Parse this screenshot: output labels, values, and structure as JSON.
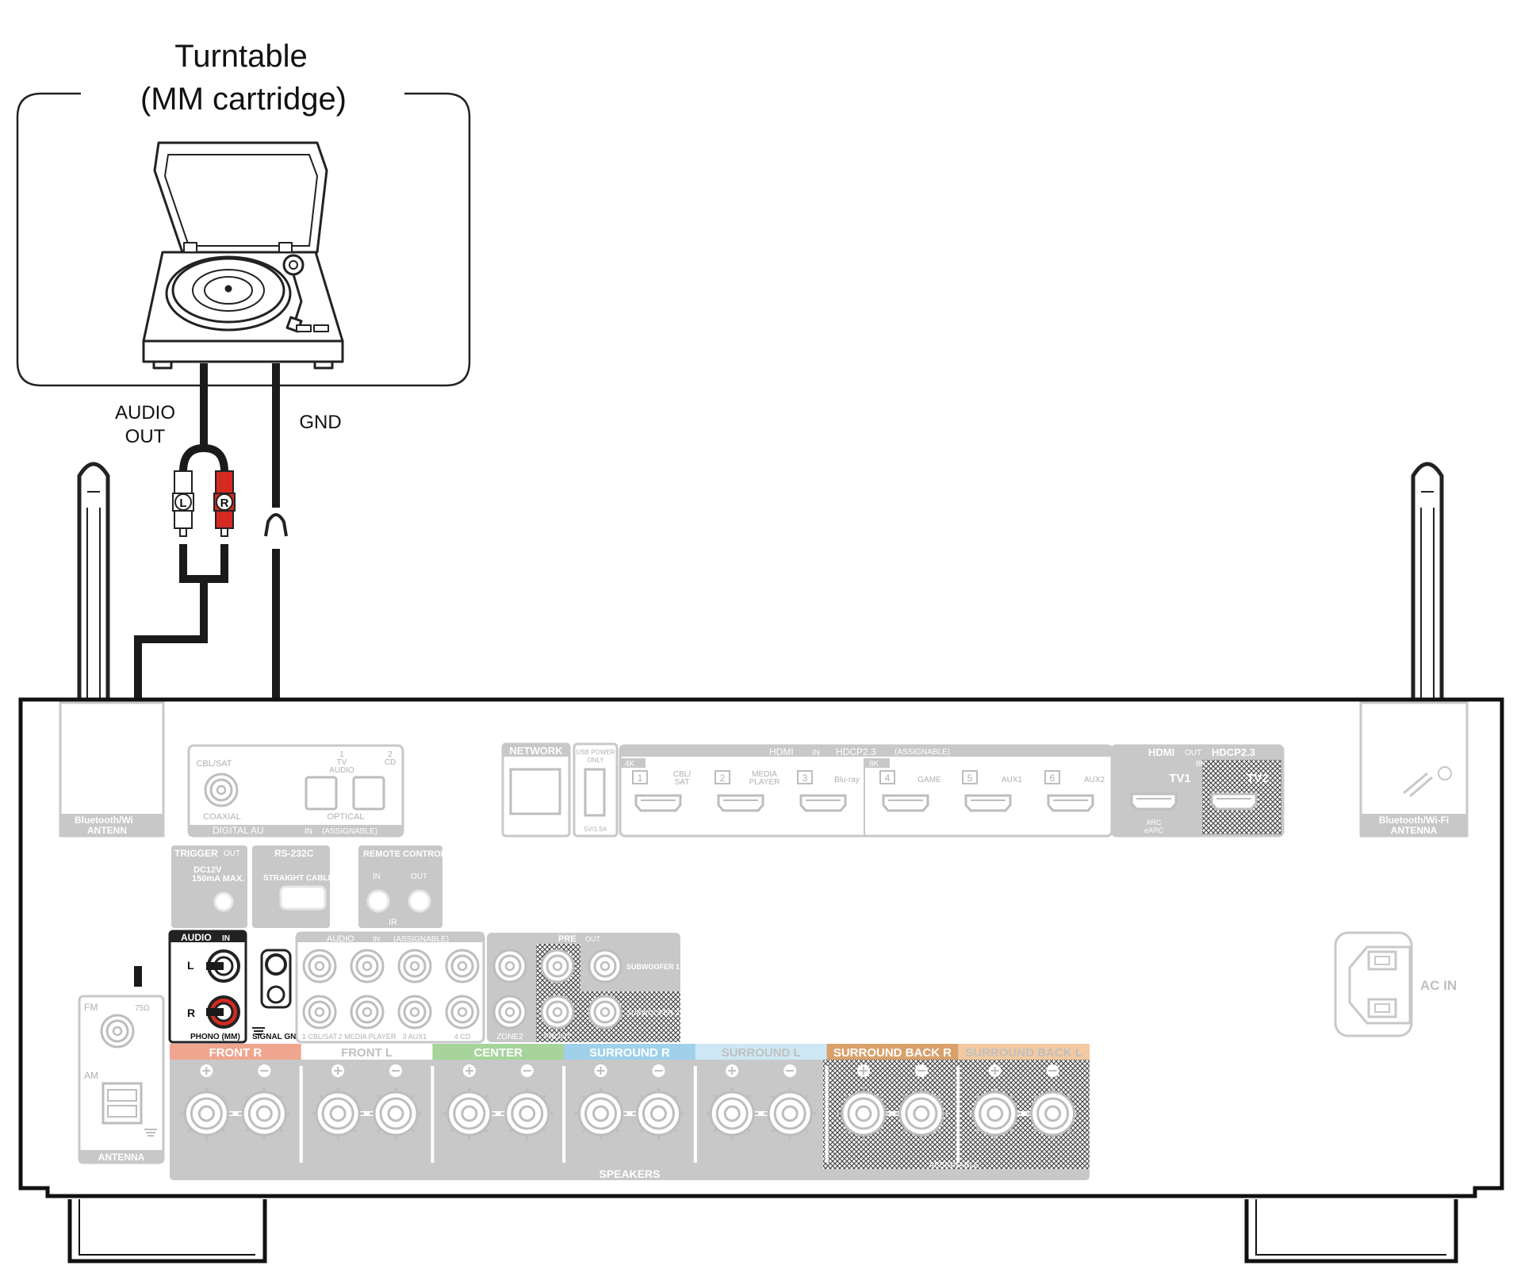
{
  "turntable": {
    "title_line1": "Turntable",
    "title_line2": "(MM cartridge)"
  },
  "cables": {
    "audio_out_line1": "AUDIO",
    "audio_out_line2": "OUT",
    "gnd": "GND",
    "plug_left": "L",
    "plug_right": "R"
  },
  "antenna_left": {
    "label_line1": "Bluetooth/Wi",
    "label_line2": "ANTENN"
  },
  "antenna_right": {
    "label_line1": "Bluetooth/Wi-Fi",
    "label_line2": "ANTENNA"
  },
  "digital_audio": {
    "cbl_sat": "CBL/SAT",
    "coaxial": "COAXIAL",
    "tv_num": "1",
    "tv": "TV",
    "audio": "AUDIO",
    "cd_num": "2",
    "cd": "CD",
    "optical": "OPTICAL",
    "footer": "DIGITAL AU",
    "in": "IN",
    "assignable": "(ASSIGNABLE)"
  },
  "network": {
    "label": "NETWORK"
  },
  "usb": {
    "line1": "USB POWER",
    "line2": "ONLY",
    "spec": "5V/1.5A"
  },
  "hdmi_in": {
    "hdmi": "HDMI",
    "in": "IN",
    "hdcp": "HDCP2.3",
    "assignable": "(ASSIGNABLE)",
    "badge_4k": "4K",
    "badge_8k": "8K",
    "inputs": [
      {
        "num": "1",
        "name": "CBL/ SAT"
      },
      {
        "num": "2",
        "name": "MEDIA PLAYER"
      },
      {
        "num": "3",
        "name": "Blu-ray"
      },
      {
        "num": "4",
        "name": "GAME"
      },
      {
        "num": "5",
        "name": "AUX1"
      },
      {
        "num": "6",
        "name": "AUX2"
      }
    ]
  },
  "hdmi_out": {
    "hdmi": "HDMI",
    "out": "OUT",
    "hdcp": "HDCP2.3",
    "badge_8k": "8K",
    "tv1": "TV1",
    "tv2": "TV2",
    "arc": "ARC",
    "earc": "eARC"
  },
  "trigger": {
    "title": "TRIGGER",
    "out": "OUT",
    "spec1": "DC12V",
    "spec2": "150mA MAX."
  },
  "rs232c": {
    "title": "RS-232C",
    "sub": "STRAIGHT CABLE"
  },
  "remote": {
    "title": "REMOTE CONTROL",
    "in": "IN",
    "out": "OUT",
    "ir": "IR"
  },
  "audio_in": {
    "title": "AUDIO",
    "in": "IN",
    "l": "L",
    "r": "R",
    "phono": "PHONO (MM)",
    "signal_gnd": "SIGNAL GND"
  },
  "audio_assignable": {
    "title": "AUDIO",
    "in": "IN",
    "assignable": "(ASSIGNABLE)",
    "labels": [
      "1 CBL/SAT",
      "2 MEDIA PLAYER",
      "3 AUX1",
      "4 CD"
    ]
  },
  "pre_out": {
    "title": "PRE",
    "out": "OUT",
    "sub1": "SUBWOOFER 1",
    "sub2": "SUBWOOFER 2",
    "zone2": "ZONE2",
    "front": "FRONT"
  },
  "ac_in": {
    "label": "AC IN"
  },
  "antenna": {
    "fm": "FM",
    "ohm": "75Ω",
    "am": "AM",
    "footer": "ANTENNA"
  },
  "speakers": {
    "footer": "SPEAKERS",
    "assignable": "ASSIGNABLE",
    "groups": [
      {
        "label": "FRONT",
        "side": "R",
        "color": "#f0a58f"
      },
      {
        "label": "FRONT",
        "side": "L",
        "color": "#ffffff"
      },
      {
        "label": "CENTER",
        "side": "",
        "color": "#a6d49b"
      },
      {
        "label": "SURROUND",
        "side": "R",
        "color": "#9fd1ea"
      },
      {
        "label": "SURROUND",
        "side": "L",
        "color": "#cde8f4"
      },
      {
        "label": "SURROUND BACK",
        "side": "R",
        "color": "#d9a06b"
      },
      {
        "label": "SURROUND BACK",
        "side": "L",
        "color": "#f3c9a1"
      }
    ]
  }
}
